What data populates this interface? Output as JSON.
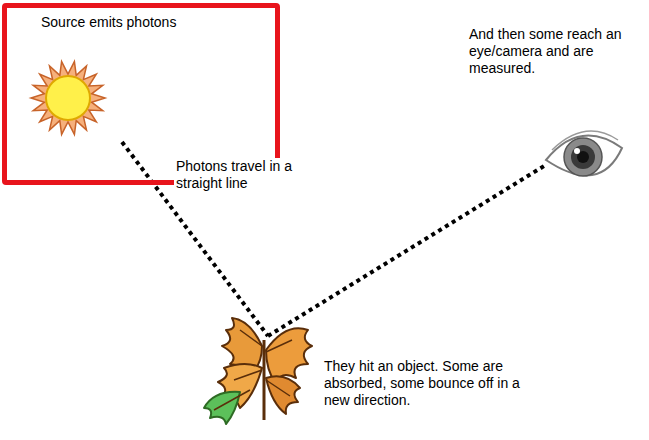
{
  "diagram": {
    "nodes": [
      {
        "text": [
          "Source emits photons"
        ]
      }
    ],
    "labels": [
      "Photons travel in a straight line",
      "And then some reach an eye/camera and are measured.",
      "They hit an object. Some are absorbed, some bounce off in a new direction."
    ]
  }
}
